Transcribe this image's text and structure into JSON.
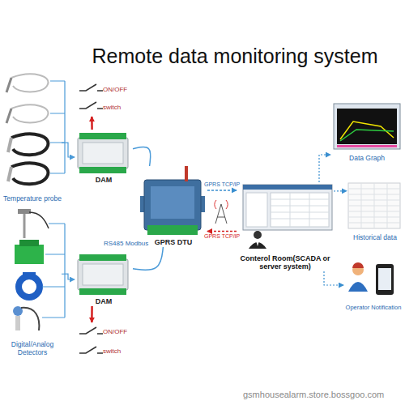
{
  "diagram": {
    "title": "Remote data monitoring system",
    "nodes": [
      {
        "text": [
          "Temperature probe"
        ]
      },
      {
        "text": [
          "ON/OFF",
          "switch"
        ]
      },
      {
        "text": [
          "DAM"
        ]
      },
      {
        "text": [
          "GPRS DTU"
        ]
      },
      {
        "text": [
          "Digital/Analog Detectors"
        ]
      },
      {
        "text": [
          "DAM"
        ]
      },
      {
        "text": [
          "ON/OFF",
          "switch"
        ]
      },
      {
        "text": [
          "Conterol Room(SCADA or server system)"
        ]
      },
      {
        "text": [
          "Data Graph"
        ]
      },
      {
        "text": [
          "Historical data"
        ]
      },
      {
        "text": [
          "Operator Notification"
        ]
      }
    ],
    "edges": [
      {
        "from": 0,
        "to": 2,
        "arrow": "to"
      },
      {
        "from": 2,
        "to": 1,
        "arrow": "to"
      },
      {
        "from": 2,
        "to": 3,
        "arrow": "none"
      },
      {
        "from": 4,
        "to": 5,
        "arrow": "to"
      },
      {
        "from": 5,
        "to": 6,
        "arrow": "to"
      },
      {
        "from": 5,
        "to": 3,
        "arrow": "none",
        "label": "RS485 Modbus"
      },
      {
        "from": 3,
        "to": 7,
        "arrow": "to",
        "label": "GPRS TCP/IP"
      },
      {
        "from": 7,
        "to": 3,
        "arrow": "to",
        "label": "GPRS TCP/IP"
      },
      {
        "from": 7,
        "to": 8,
        "arrow": "to"
      },
      {
        "from": 7,
        "to": 9,
        "arrow": "to"
      },
      {
        "from": 7,
        "to": 10,
        "arrow": "to"
      }
    ],
    "labels": [
      "gsmhousealarm.store.bossgoo.com"
    ]
  }
}
